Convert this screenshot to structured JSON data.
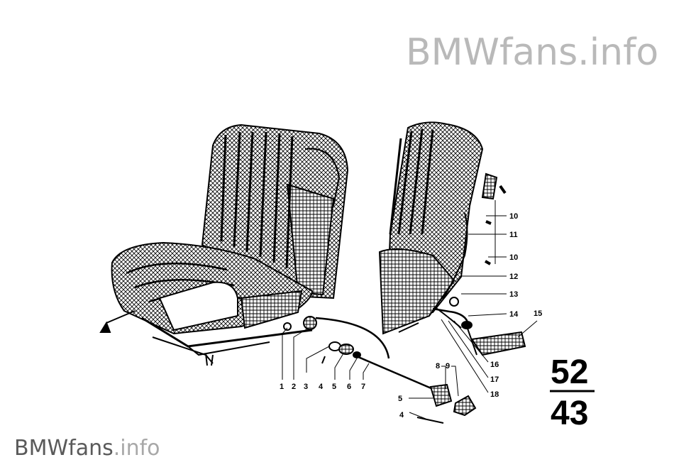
{
  "watermark": {
    "top_text": "BMWfans.info",
    "bottom_brand": "BMWfans",
    "bottom_suffix": ".info"
  },
  "figure": {
    "group": "52",
    "subgroup": "43"
  },
  "callouts": {
    "c1": "1",
    "c2": "2",
    "c3": "3",
    "c4": "4",
    "c5": "5",
    "c6": "6",
    "c7": "7",
    "c8": "8",
    "c9": "9",
    "c4b": "4",
    "c5b": "5",
    "c10a": "10",
    "c11": "11",
    "c10b": "10",
    "c12": "12",
    "c13": "13",
    "c14": "14",
    "c15": "15",
    "c16": "16",
    "c17": "17",
    "c18": "18"
  }
}
